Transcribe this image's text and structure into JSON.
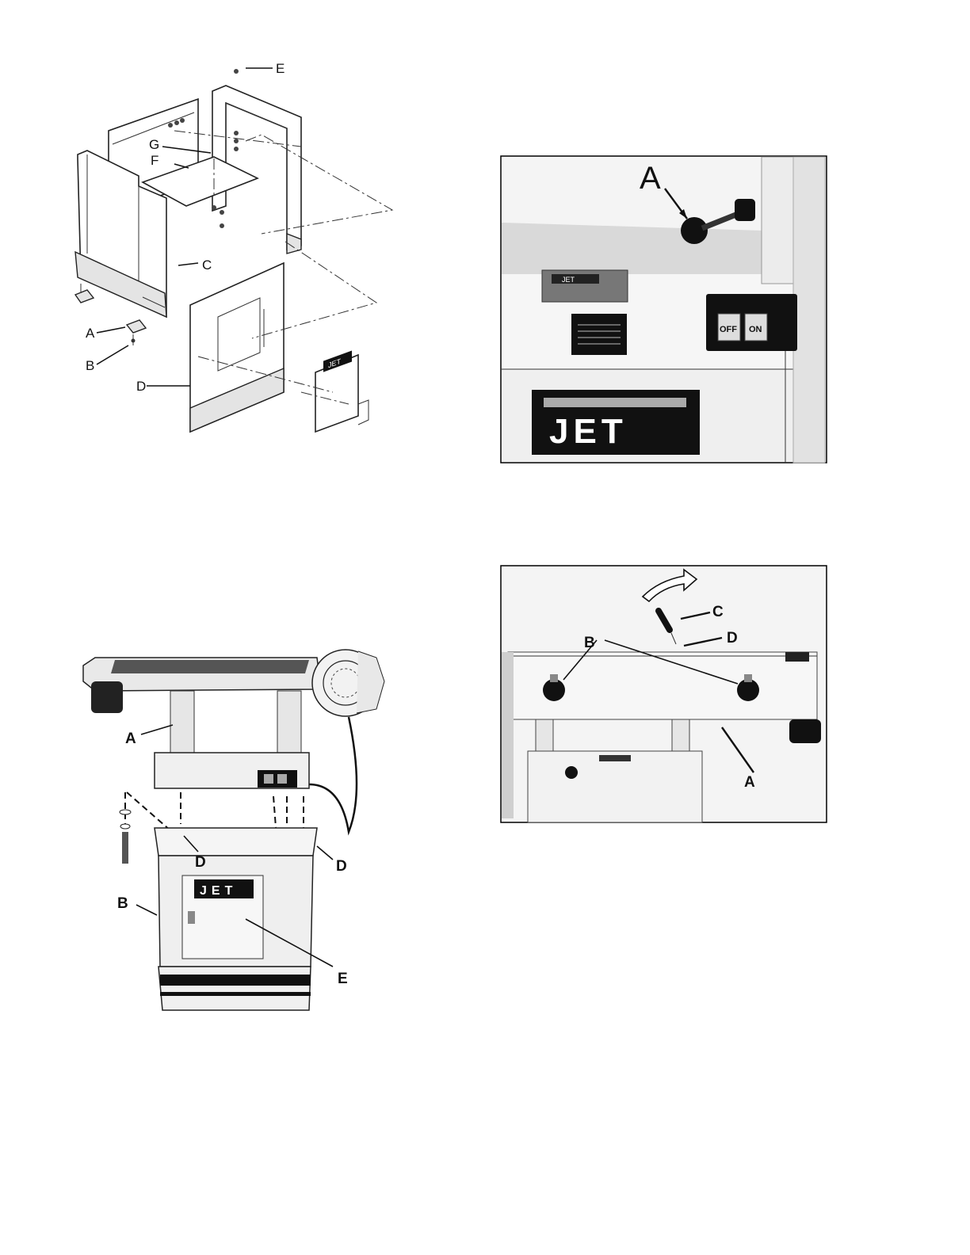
{
  "fig_stand_exploded": {
    "callouts": [
      "A",
      "B",
      "C",
      "D",
      "E",
      "F",
      "G"
    ],
    "door_badge": "JET"
  },
  "fig_switch_photo": {
    "callouts": [
      "A"
    ],
    "switch_off": "OFF",
    "switch_on": "ON",
    "plate_badge": "JET",
    "cabinet_badge": "JET"
  },
  "fig_sander_on_stand": {
    "callouts": [
      "A",
      "B",
      "D",
      "D",
      "E"
    ],
    "cabinet_badge": "JET"
  },
  "fig_table_knobs_photo": {
    "callouts": [
      "A",
      "B",
      "C",
      "D"
    ]
  },
  "colors": {
    "ink": "#111111",
    "photo_bg": "#f4f4f4",
    "badge": "#111111"
  }
}
